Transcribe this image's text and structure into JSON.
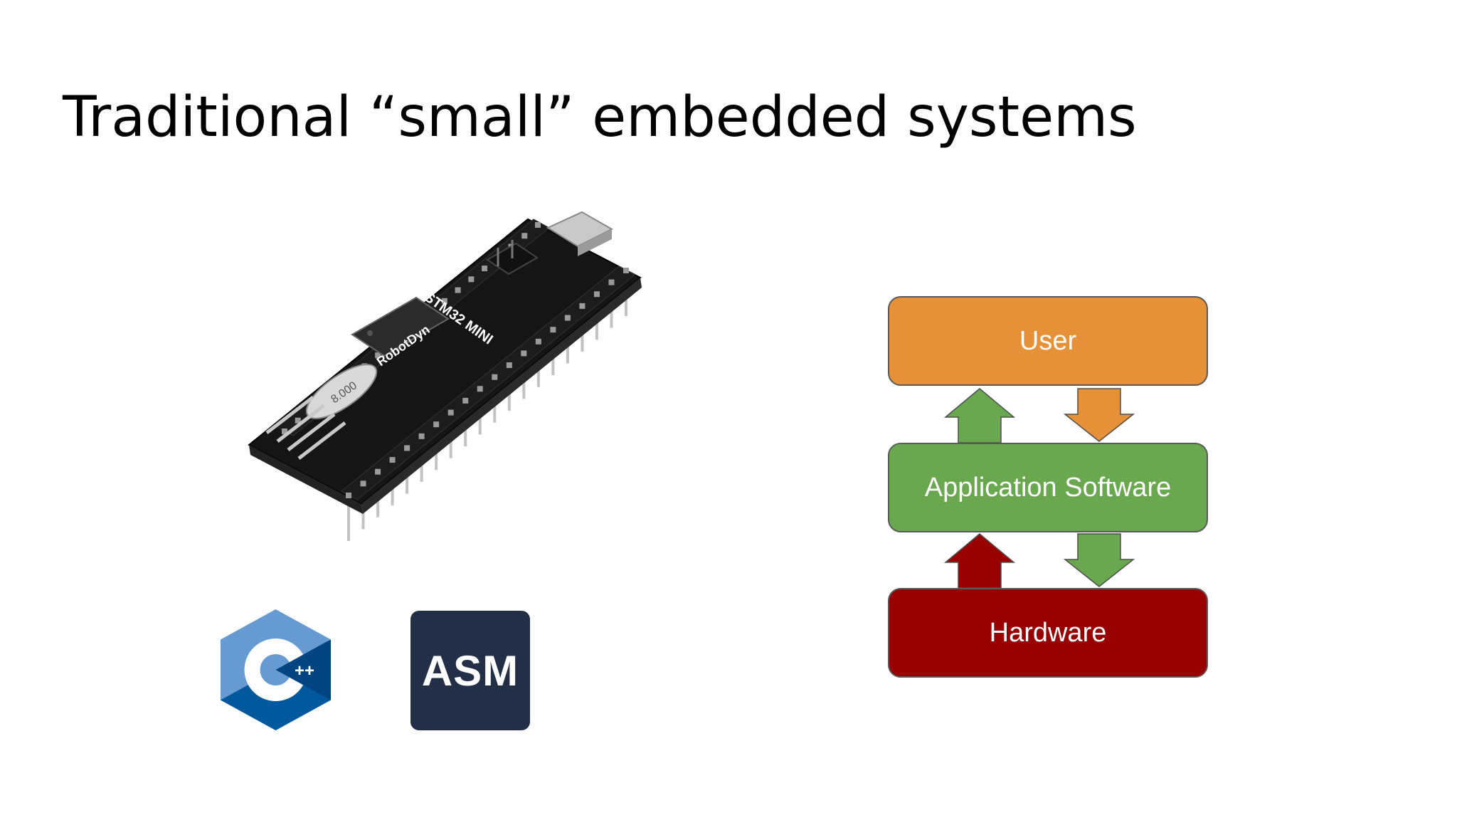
{
  "slide": {
    "title": "Traditional “small” embedded systems"
  },
  "board": {
    "product_label": "STM32 MINI",
    "brand_label": "RobotDyn",
    "crystal_label": "8.000"
  },
  "logos": {
    "cpp_icon": "c-plus-plus-icon",
    "asm_label": "ASM"
  },
  "diagram": {
    "layers": [
      {
        "label": "User",
        "color": "#e69138"
      },
      {
        "label": "Application Software",
        "color": "#6aa84f"
      },
      {
        "label": "Hardware",
        "color": "#990000"
      }
    ],
    "arrows": [
      {
        "from": "Application Software",
        "to": "User",
        "color": "#6aa84f"
      },
      {
        "from": "User",
        "to": "Application Software",
        "color": "#e69138"
      },
      {
        "from": "Hardware",
        "to": "Application Software",
        "color": "#990000"
      },
      {
        "from": "Application Software",
        "to": "Hardware",
        "color": "#6aa84f"
      }
    ]
  }
}
